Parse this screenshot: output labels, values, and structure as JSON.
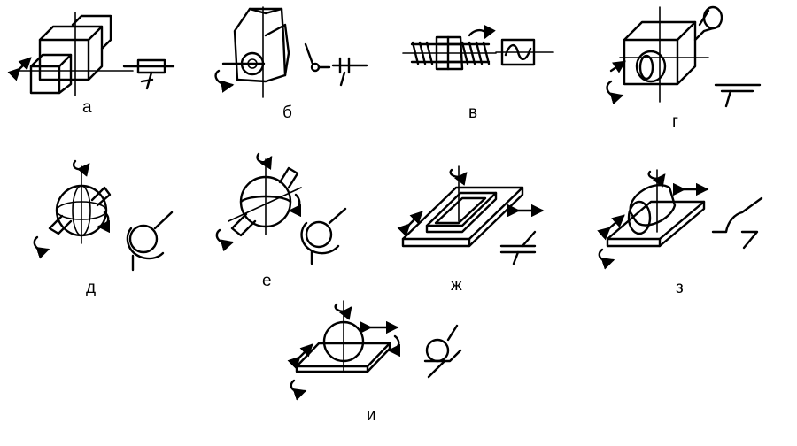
{
  "panels": [
    {
      "id": "a",
      "label": "а"
    },
    {
      "id": "b",
      "label": "б"
    },
    {
      "id": "v",
      "label": "в"
    },
    {
      "id": "g",
      "label": "г"
    },
    {
      "id": "d",
      "label": "д"
    },
    {
      "id": "e",
      "label": "е"
    },
    {
      "id": "zh",
      "label": "ж"
    },
    {
      "id": "z",
      "label": "з"
    },
    {
      "id": "i",
      "label": "и"
    }
  ]
}
